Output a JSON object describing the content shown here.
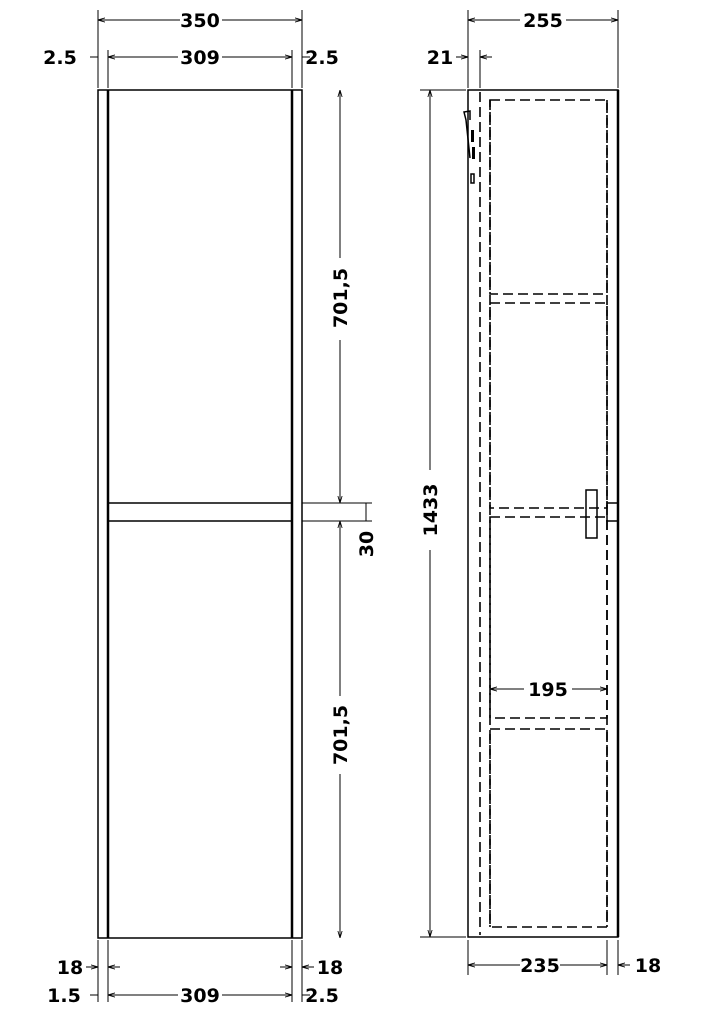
{
  "front_view": {
    "overall_width": "350",
    "side_left_top": "2.5",
    "inner_width_top": "309",
    "side_right_top": "2.5",
    "door_upper_height": "701,5",
    "rail_height": "30",
    "door_lower_height": "701,5",
    "plinth_left": "18",
    "plinth_right": "18",
    "side_left_bottom": "1.5",
    "inner_width_bottom": "309",
    "side_right_bottom": "2.5"
  },
  "side_view": {
    "overall_depth": "255",
    "door_thickness": "21",
    "overall_height": "1433",
    "shelf_depth": "195",
    "carcass_depth": "235",
    "back_thickness": "18"
  },
  "colors": {
    "line": "#000000",
    "background": "#ffffff"
  }
}
